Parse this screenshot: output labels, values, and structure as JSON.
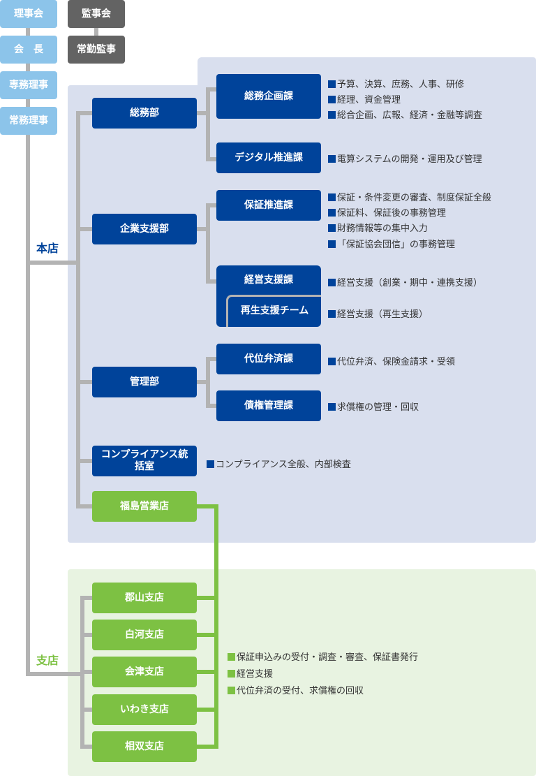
{
  "executives": [
    "理事会",
    "会　長",
    "専務理事",
    "常務理事"
  ],
  "auditors": [
    "監事会",
    "常勤監事"
  ],
  "honten": {
    "label": "本店",
    "departments": [
      {
        "name": "総務部",
        "sections": [
          {
            "name": "総務企画課",
            "duties": [
              "予算、決算、庶務、人事、研修",
              "経理、資金管理",
              "総合企画、広報、経済・金融等調査"
            ]
          },
          {
            "name": "デジタル推進課",
            "duties": [
              "電算システムの開発・運用及び管理"
            ]
          }
        ]
      },
      {
        "name": "企業支援部",
        "sections": [
          {
            "name": "保証推進課",
            "duties": [
              "保証・条件変更の審査、制度保証全般",
              "保証料、保証後の事務管理",
              "財務情報等の集中入力",
              "「保証協会団信」の事務管理"
            ]
          },
          {
            "name": "経営支援課",
            "duties": [
              "経営支援（創業・期中・連携支援）"
            ],
            "team": {
              "name": "再生支援チーム",
              "duties": [
                "経営支援（再生支援）"
              ]
            }
          }
        ]
      },
      {
        "name": "管理部",
        "sections": [
          {
            "name": "代位弁済課",
            "duties": [
              "代位弁済、保険金請求・受領"
            ]
          },
          {
            "name": "債権管理課",
            "duties": [
              "求償権の管理・回収"
            ]
          }
        ]
      },
      {
        "name": "コンプライアンス統括室",
        "duties": [
          "コンプライアンス全般、内部検査"
        ]
      }
    ],
    "fukushima": "福島営業店"
  },
  "shiten": {
    "label": "支店",
    "branches": [
      "郡山支店",
      "白河支店",
      "会津支店",
      "いわき支店",
      "相双支店"
    ],
    "duties": [
      "保証申込みの受付・調査・審査、保証書発行",
      "経営支援",
      "代位弁済の受付、求償権の回収"
    ]
  },
  "colors": {
    "navy": "#00439a",
    "green": "#7dc143",
    "lightblue": "#8cc4ea",
    "gray": "#636363"
  }
}
